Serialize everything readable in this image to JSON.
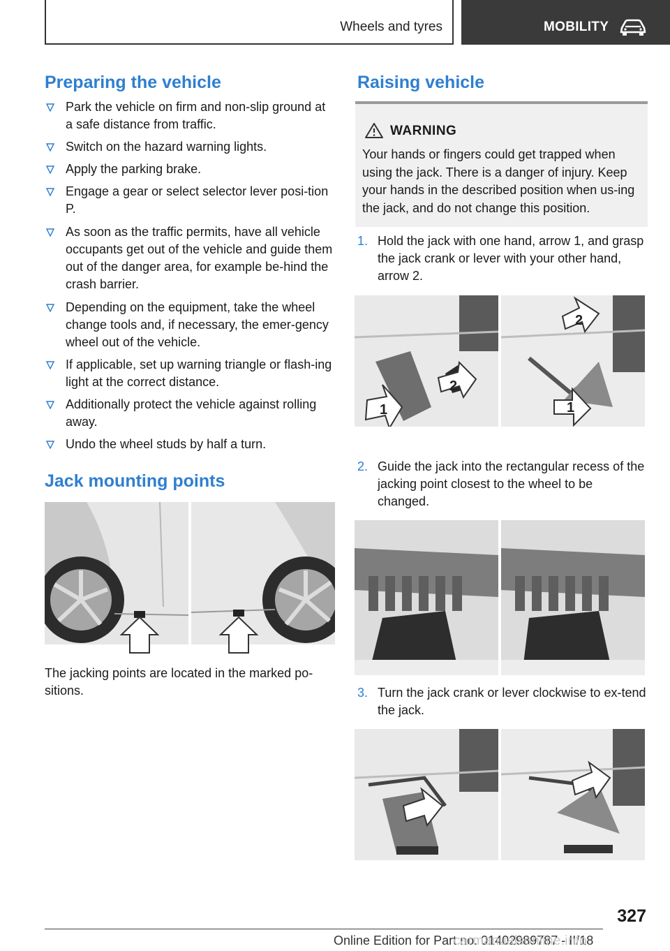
{
  "header": {
    "section": "Wheels and tyres",
    "chapter": "MOBILITY",
    "chapter_icon": "car-icon"
  },
  "left": {
    "heading_prepare": "Preparing the vehicle",
    "bullets": [
      "Park the vehicle on firm and non-slip ground at a safe distance from traffic.",
      "Switch on the hazard warning lights.",
      "Apply the parking brake.",
      "Engage a gear or select selector lever posi-tion P.",
      "As soon as the traffic permits, have all vehicle occupants get out of the vehicle and guide them out of the danger area, for example be-hind the crash barrier.",
      "Depending on the equipment, take the wheel change tools and, if necessary, the emer-gency wheel out of the vehicle.",
      "If applicable, set up warning triangle or flash-ing light at the correct distance.",
      "Additionally protect the vehicle against rolling away.",
      "Undo the wheel studs by half a turn."
    ],
    "heading_jack": "Jack mounting points",
    "jack_caption": "The jacking points are located in the marked po-sitions."
  },
  "right": {
    "heading_raising": "Raising vehicle",
    "warning": {
      "title": "WARNING",
      "icon": "warning-triangle-icon",
      "text": "Your hands or fingers could get trapped when using the jack. There is a danger of injury. Keep your hands in the described position when us-ing the jack, and do not change this position."
    },
    "steps": [
      {
        "num": "1.",
        "text": "Hold the jack with one hand, arrow 1, and grasp the jack crank or lever with your other hand, arrow 2."
      },
      {
        "num": "2.",
        "text": "Guide the jack into the rectangular recess of the jacking point closest to the wheel to be changed."
      },
      {
        "num": "3.",
        "text": "Turn the jack crank or lever clockwise to ex-tend the jack."
      }
    ],
    "figure_labels": {
      "arrow_1": "1",
      "arrow_2": "2"
    }
  },
  "footer": {
    "page_number": "327",
    "edition": "Online Edition for Part no. 01402989787 - II/18",
    "watermark": "carmanualsonline.info"
  }
}
